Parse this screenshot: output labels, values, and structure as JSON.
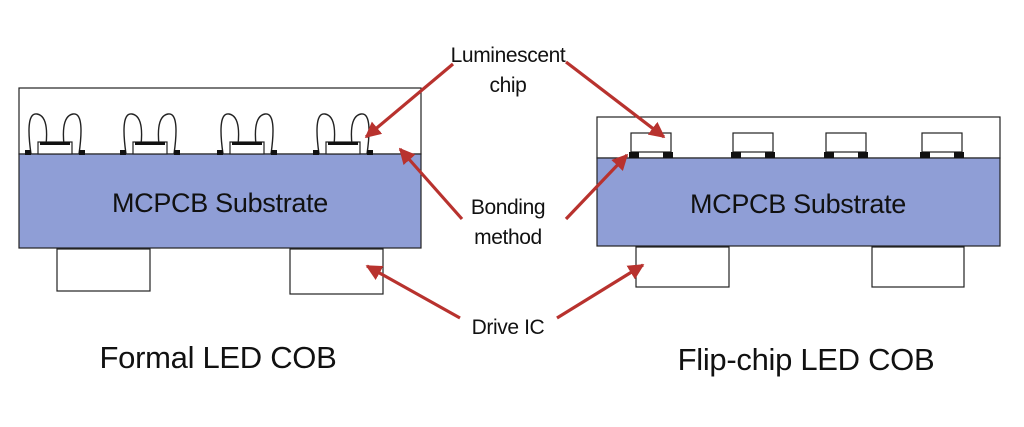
{
  "colors": {
    "substrate": "#8F9ED6",
    "outline": "#222222",
    "arrow": "#B8322E",
    "pad": "#111111",
    "background": "#FFFFFF"
  },
  "left_panel": {
    "substrate_label": "MCPCB Substrate",
    "caption": "Formal LED COB"
  },
  "right_panel": {
    "substrate_label": "MCPCB Substrate",
    "caption": "Flip-chip LED COB"
  },
  "callouts": {
    "chip_line1": "Luminescent",
    "chip_line2": "chip",
    "bonding_line1": "Bonding",
    "bonding_line2": "method",
    "drive": "Drive IC"
  }
}
